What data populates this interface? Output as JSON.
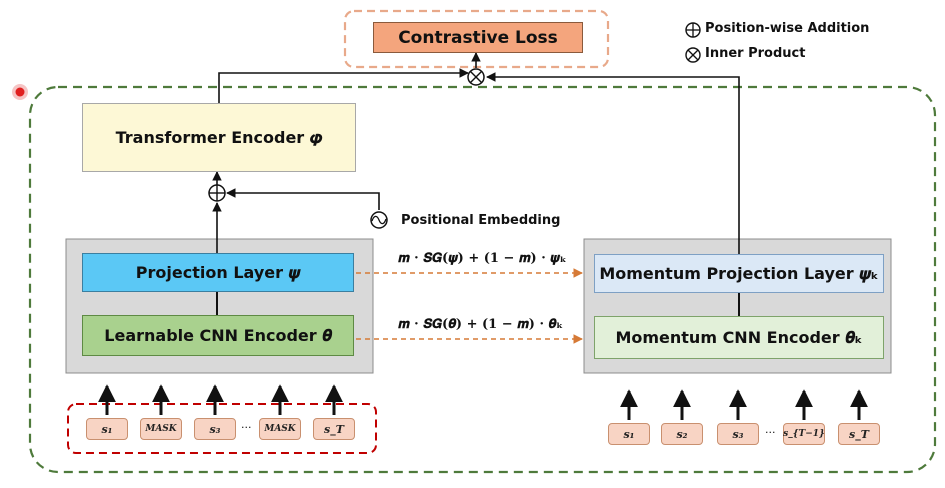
{
  "loss": {
    "label": "Contrastive Loss"
  },
  "legend": {
    "addition_symbol": "⊕",
    "addition_label": "Position-wise Addition",
    "product_symbol": "⊗",
    "product_label": "Inner Product"
  },
  "transformer": {
    "label": "Transformer Encoder 𝝋"
  },
  "positional": {
    "label": "Positional Embedding"
  },
  "left": {
    "projection": "Projection Layer 𝝍",
    "cnn": "Learnable CNN Encoder 𝜽",
    "tokens": [
      "s₁",
      "MASK",
      "s₃",
      "···",
      "MASK",
      "s_T"
    ]
  },
  "right": {
    "projection": "Momentum Projection Layer 𝝍ₖ",
    "cnn": "Momentum CNN Encoder 𝜽ₖ",
    "tokens": [
      "s₁",
      "s₂",
      "s₃",
      "···",
      "s_{T−1}",
      "s_T"
    ]
  },
  "updates": {
    "projection": "𝒎 · 𝑺𝑮(𝝍) + (𝟏 − 𝒎) · 𝝍ₖ",
    "cnn": "𝒎 · 𝑺𝑮(𝜽) + (𝟏 − 𝒎) · 𝜽ₖ"
  },
  "colors": {
    "loss_fill": "#f4a57d",
    "loss_border_dash": "#e8a98a",
    "outer_dash": "#4e7a3b",
    "mask_dash": "#c00000",
    "transformer_fill": "#fdf8d6",
    "projection_fill": "#5bc8f5",
    "cnn_fill": "#a9d18e",
    "momentum_projection_fill": "#dbe8f6",
    "momentum_cnn_fill": "#e2f0d9",
    "panel_fill": "#d9d9d9",
    "token_fill": "#f8d4c4",
    "update_arrow": "#d67a36"
  }
}
